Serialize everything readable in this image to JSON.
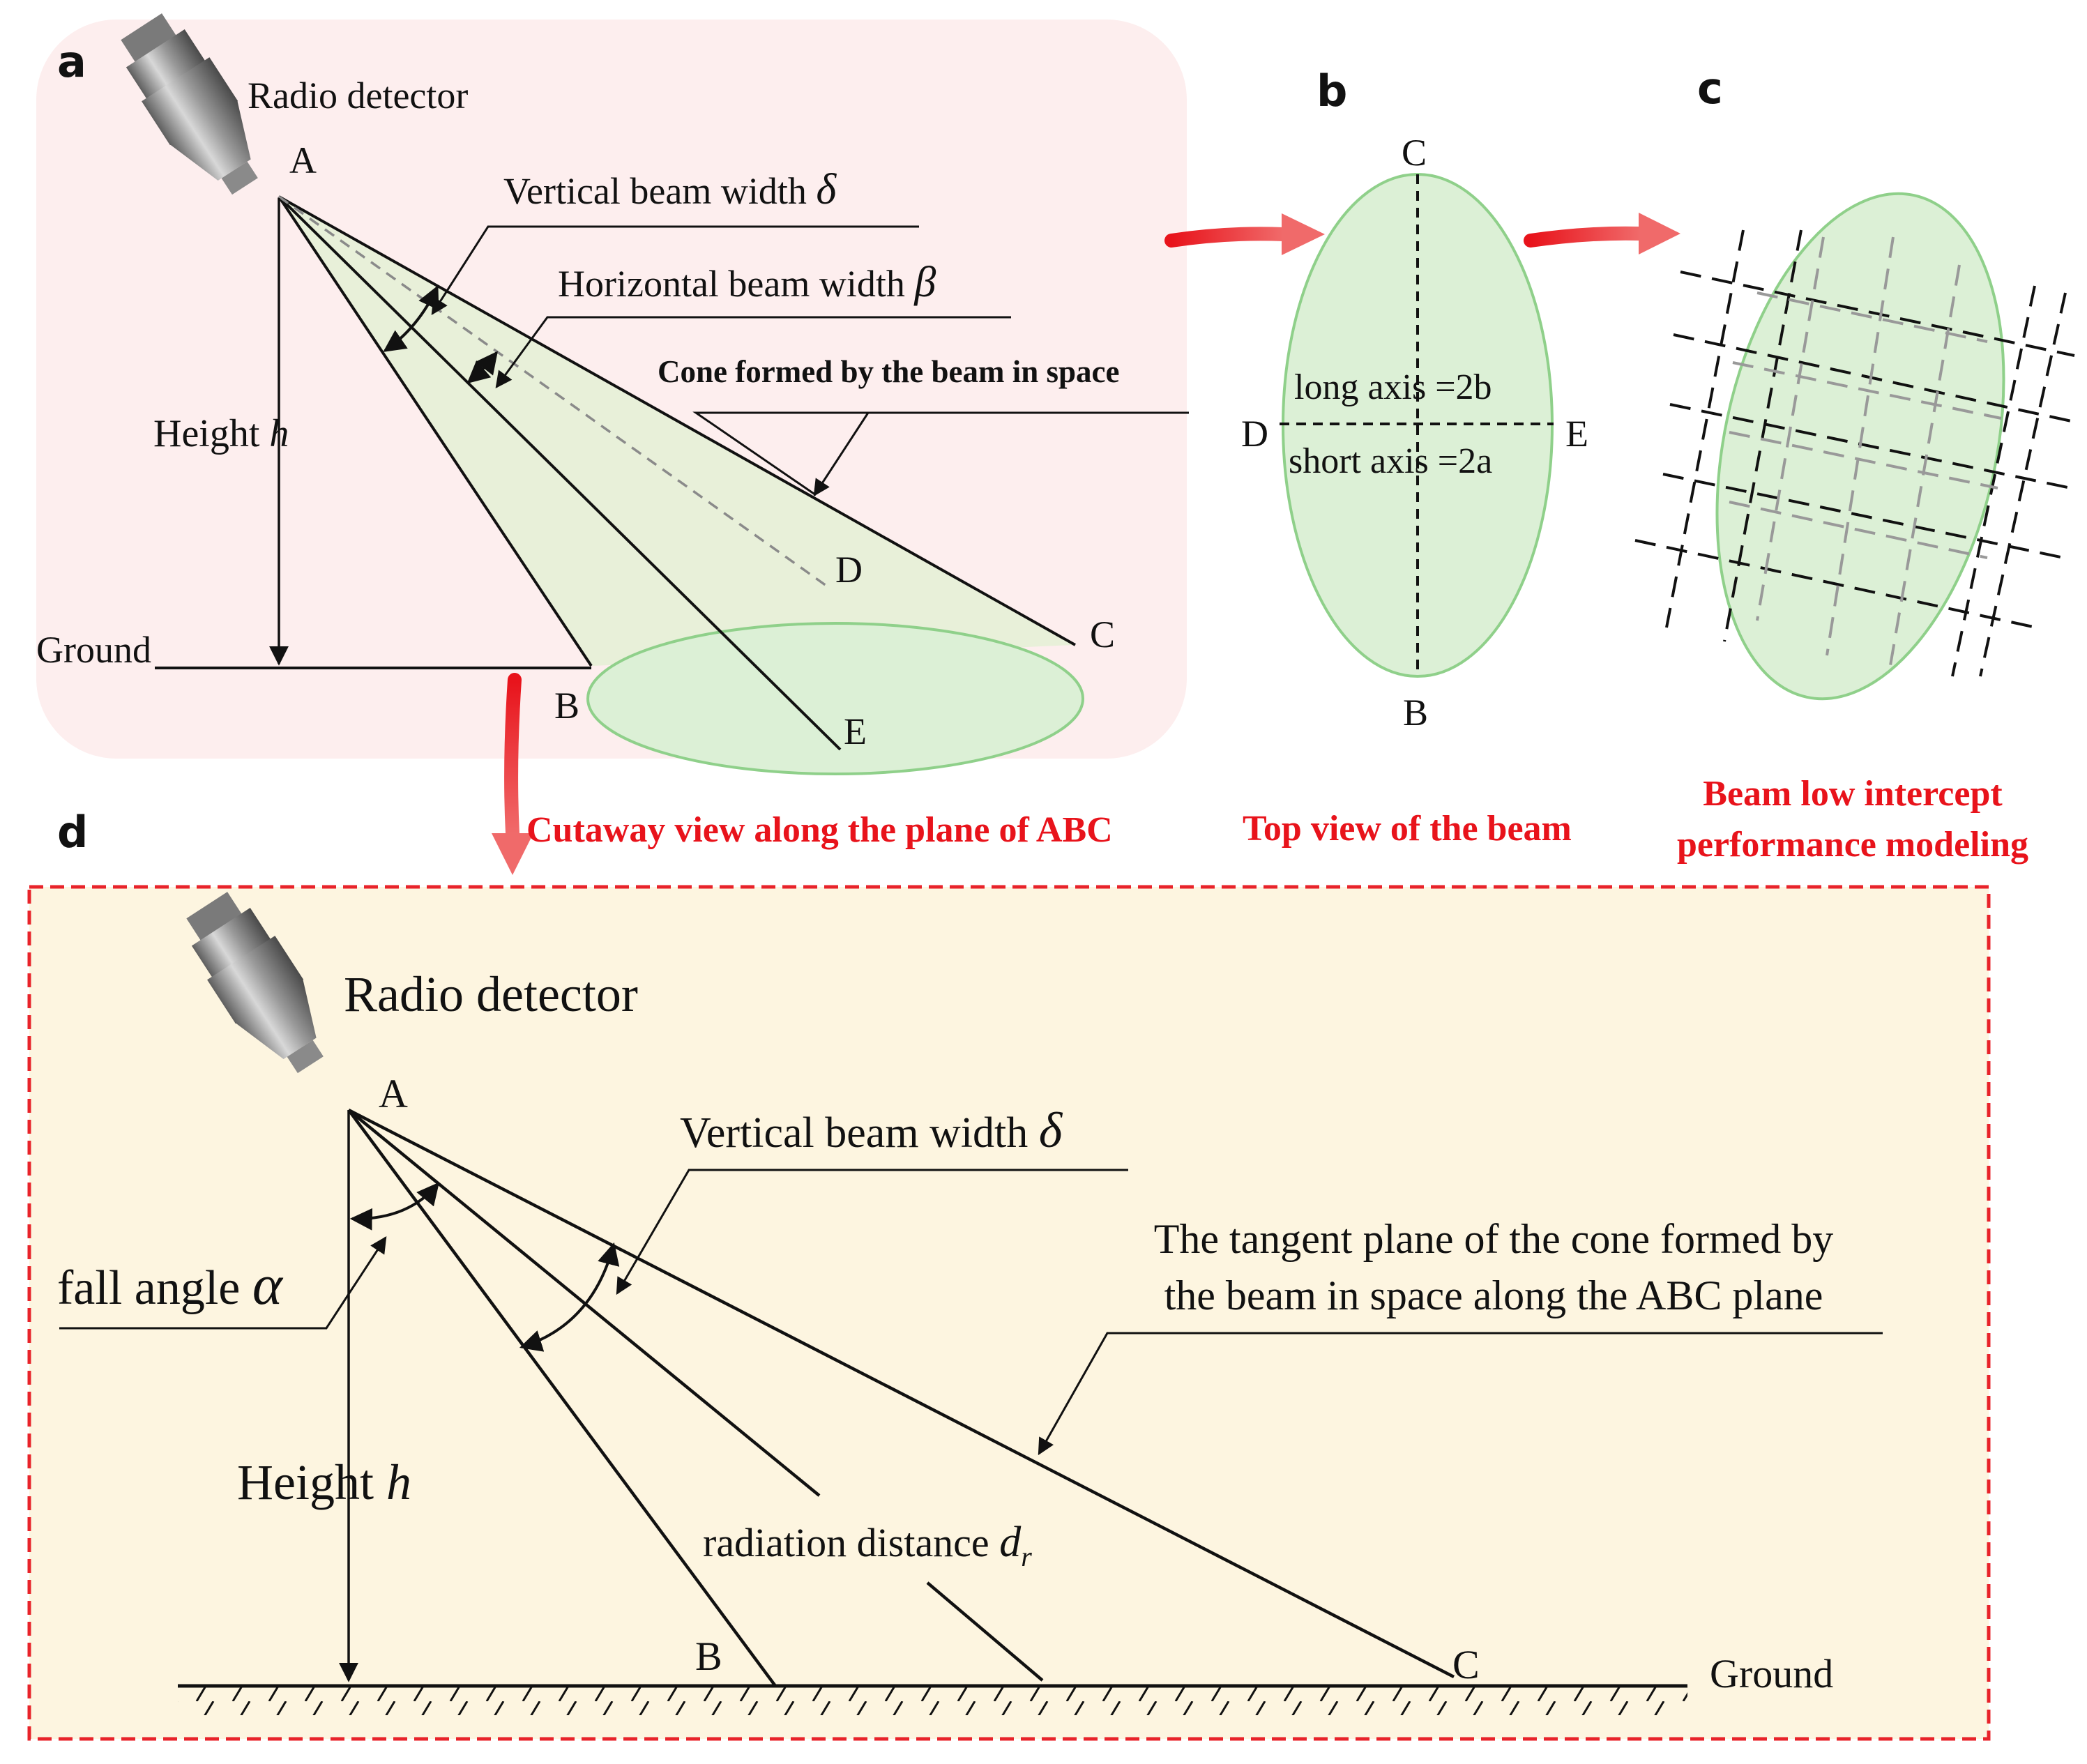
{
  "colors": {
    "panel_a_bg": "#fdeeee",
    "panel_d_bg": "#fdf5e0",
    "panel_d_border": "#e8232a",
    "ellipse_fill": "#dcf0d6",
    "ellipse_stroke": "#8fd08a",
    "cone_fill": "#e6efd6",
    "caption_red": "#e8131b",
    "ink": "#111111",
    "dashed_gray": "#8a8a8a"
  },
  "panel_a": {
    "letter": "a",
    "detector_label": "Radio detector",
    "point_A": "A",
    "point_B": "B",
    "point_C": "C",
    "point_D": "D",
    "point_E": "E",
    "vertical_beam_text": "Vertical beam width ",
    "delta_symbol": "δ",
    "horizontal_beam_text": "Horizontal beam width ",
    "beta_symbol": "β",
    "cone_label": "Cone formed by the beam in space",
    "height_text": "Height ",
    "h_symbol": "h",
    "ground_label": "Ground",
    "caption": "Cutaway view along the plane of ABC"
  },
  "panel_b": {
    "letter": "b",
    "point_C": "C",
    "point_B": "B",
    "point_D": "D",
    "point_E": "E",
    "long_axis": "long axis =2b",
    "short_axis": "short axis =2a",
    "caption": "Top view of the beam"
  },
  "panel_c": {
    "letter": "c",
    "caption_line1": "Beam low intercept",
    "caption_line2": "performance modeling"
  },
  "panel_d": {
    "letter": "d",
    "detector_label": "Radio detector",
    "point_A": "A",
    "point_B": "B",
    "point_C": "C",
    "vertical_beam_text": "Vertical beam width ",
    "delta_symbol": "δ",
    "fall_angle_text": "fall angle ",
    "alpha_symbol": "α",
    "tangent_line1": "The tangent plane of the cone formed by",
    "tangent_line2": "the beam in space along the ABC plane",
    "height_text": "Height ",
    "h_symbol": "h",
    "radiation_text": "radiation distance ",
    "d_symbol": "d",
    "r_subscript": "r",
    "ground_label": "Ground"
  }
}
